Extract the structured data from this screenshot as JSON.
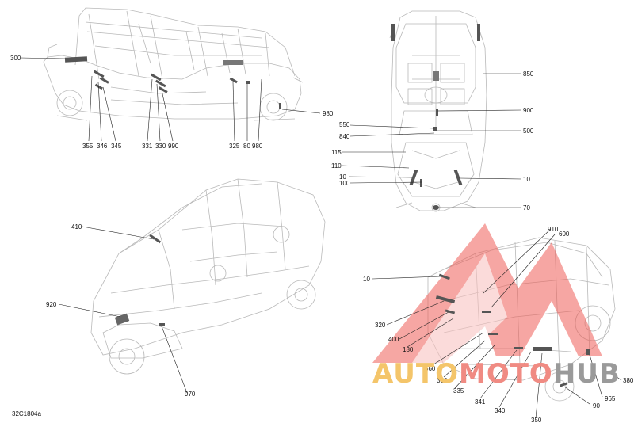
{
  "labels": {
    "l300": "300",
    "l355": "355",
    "l346": "346",
    "l345": "345",
    "l331": "331",
    "l330": "330",
    "l990": "990",
    "l325": "325",
    "l80": "80",
    "l980a": "980",
    "l980b": "980",
    "l850": "850",
    "l900": "900",
    "l550": "550",
    "l500": "500",
    "l840": "840",
    "l115": "115",
    "l110": "110",
    "l10a": "10",
    "l100": "100",
    "l10b": "10",
    "l70": "70",
    "l410": "410",
    "l920": "920",
    "l970": "970",
    "l910": "910",
    "l600": "600",
    "l10c": "10",
    "l320": "320",
    "l400": "400",
    "l180": "180",
    "l560": "560",
    "l336": "336",
    "l335": "335",
    "l341": "341",
    "l340": "340",
    "l350": "350",
    "l90": "90",
    "l965": "965",
    "l380": "380"
  },
  "figure_code": "32C1804a",
  "watermark": {
    "part1": "AUTO",
    "part2": "MOTO",
    "part3": "HUB"
  },
  "colors": {
    "line": "#b5b5b5",
    "leader": "#222222",
    "logo_red": "#e8413b",
    "logo_yellow": "#f2b134"
  }
}
